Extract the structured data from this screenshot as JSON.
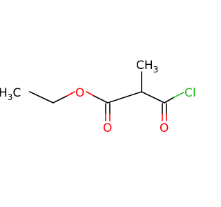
{
  "molecule": {
    "atoms": {
      "left_methyl": {
        "element": "H3C",
        "main": "H",
        "sub": "3",
        "tail": "C",
        "color": "#000000"
      },
      "ester_o": {
        "element": "O",
        "color": "#ff0000"
      },
      "ester_carbonyl_o": {
        "element": "O",
        "color": "#ff0000"
      },
      "top_methyl": {
        "element": "CH3",
        "main": "CH",
        "sub": "3",
        "color": "#000000"
      },
      "acyl_o": {
        "element": "O",
        "color": "#ff0000"
      },
      "chlorine": {
        "element": "Cl",
        "color": "#1fc01f"
      }
    }
  }
}
